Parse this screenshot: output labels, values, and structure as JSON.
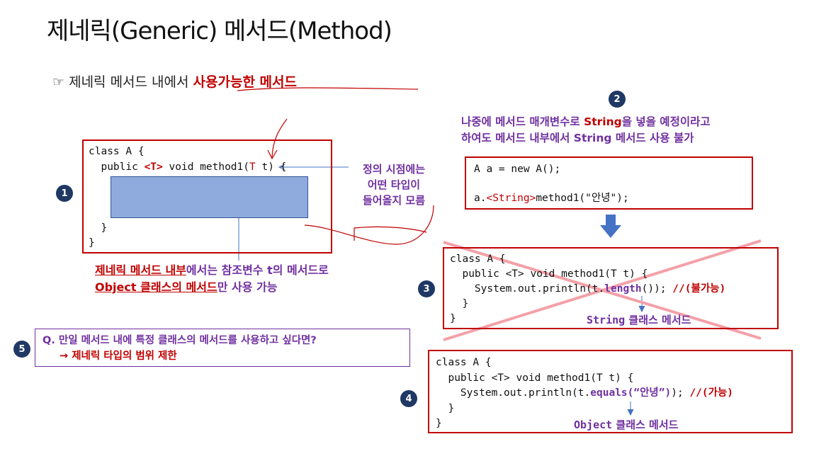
{
  "title": "제네릭(Generic) 메서드(Method)",
  "subtitle": {
    "bullet": "☞",
    "text": "제네릭 메서드 내에서",
    "highlight": "사용가능한 메서드"
  },
  "badges": [
    "1",
    "2",
    "3",
    "4",
    "5"
  ],
  "box1": {
    "line1": "class A {",
    "line2_pre": "  public ",
    "line2_type": "<T>",
    "line2_mid": " void method1(",
    "line2_T": "T",
    "line2_post": " t) {",
    "line3": "  }",
    "line4": "}"
  },
  "definition_note": [
    "정의 시점에는",
    "어떤 타입이",
    "들어올지 모름"
  ],
  "inner_note": {
    "part1": "제네릭 메서드 내부",
    "part2": "에서는 참조변수 t의 메서드로",
    "part3": "Object 클래스의 메서드",
    "part4": "만 사용 가능"
  },
  "note2": {
    "line1_pre": "나중에 메서드 매개변수로 ",
    "line1_hl": "String",
    "line1_post": "을 넣을 예정이라고",
    "line2": "하여도 메서드 내부에서 String 메서드 사용 불가"
  },
  "box2": {
    "line1": "A a = new A();",
    "line2_pre": "a.",
    "line2_type": "<String>",
    "line2_post": "method1(\"안녕\");"
  },
  "box3": {
    "line1": "class A {",
    "line2": "  public <T> void method1(T t) {",
    "line3_pre": "    System.out.println(t.",
    "line3_method": "length",
    "line3_post": "()); ",
    "line3_comment": "//(불가능)",
    "line4": "  }",
    "line5": "}",
    "caption_pre": "String",
    "caption_post": " 클래스 메서드"
  },
  "box4": {
    "line1": "class A {",
    "line2": "  public <T> void method1(T t) {",
    "line3_pre": "    System.out.println(t.",
    "line3_method": "equals(“안녕”)",
    "line3_post": "); ",
    "line3_comment": "//(가능)",
    "line4": "  }",
    "line5": "}",
    "caption_pre": "Object",
    "caption_post": " 클래스 메서드"
  },
  "question": {
    "line1": "Q. 만일 메서드 내에 특정 클래스의 메서드를 사용하고 싶다면?",
    "line2": "→ 제네릭 타입의 범위 제한"
  },
  "colors": {
    "red": "#c00000",
    "purple": "#7030a0",
    "navy": "#1f3864",
    "block": "#8faadc",
    "cross": "#f4a0a8"
  }
}
